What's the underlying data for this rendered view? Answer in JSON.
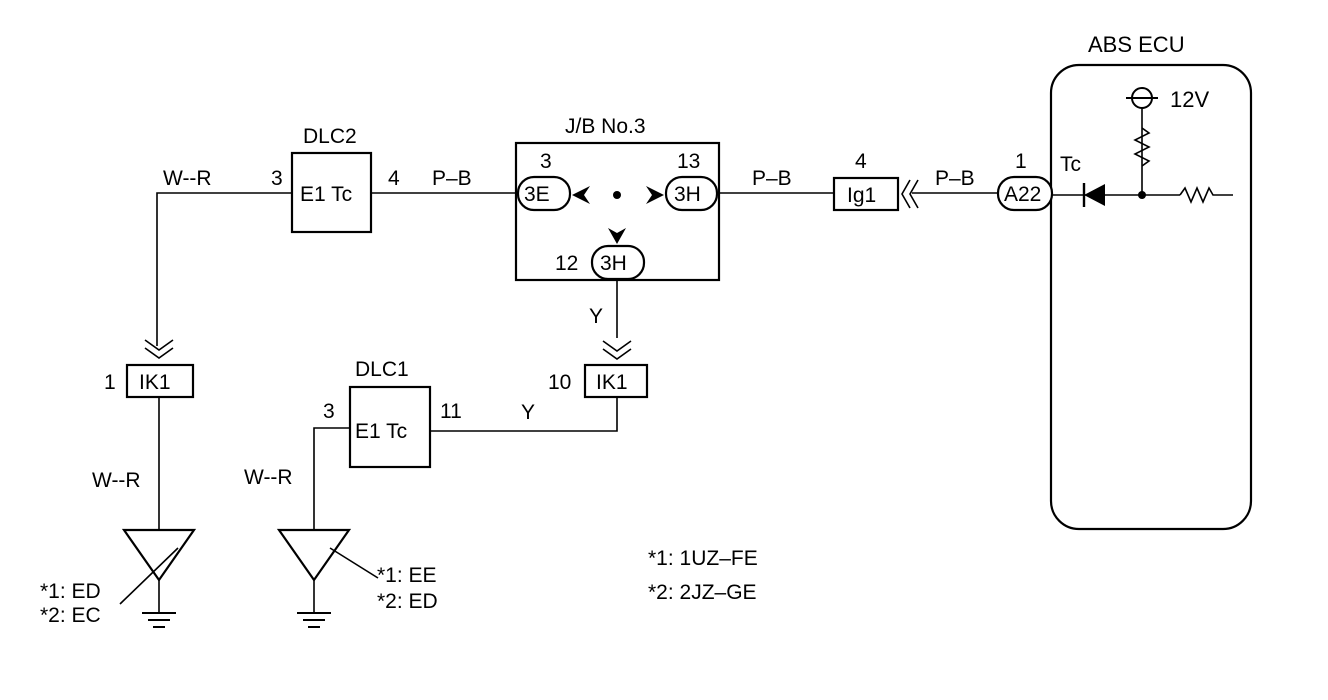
{
  "jb": {
    "title": "J/B No.3",
    "pin_3": "3",
    "pin_13": "13",
    "pin_12": "12",
    "conn_3e": "3E",
    "conn_3h_right": "3H",
    "conn_3h_bottom": "3H"
  },
  "dlc2": {
    "title": "DLC2",
    "label": "E1 Tc",
    "pin_left": "3",
    "pin_right": "4"
  },
  "dlc1": {
    "title": "DLC1",
    "label": "E1  Tc",
    "pin_left": "3",
    "pin_right": "11"
  },
  "ik1_left": {
    "label": "IK1",
    "pin": "1"
  },
  "ik1_right": {
    "label": "IK1",
    "pin": "10"
  },
  "ig1": {
    "label": "Ig1",
    "pin": "4"
  },
  "ecu": {
    "title": "ABS ECU",
    "conn": "A22",
    "pin": "1",
    "terminal": "Tc",
    "voltage": "12V"
  },
  "wires": {
    "wr_top": "W--R",
    "pb_dlc2": "P–B",
    "pb_jb": "P–B",
    "pb_ecu": "P–B",
    "y_vertical": "Y",
    "y_dlc1": "Y",
    "wr_left": "W--R",
    "wr_mid": "W--R"
  },
  "grounds": {
    "left": {
      "line1": "*1: ED",
      "line2": "*2: EC"
    },
    "mid": {
      "line1": "*1: EE",
      "line2": "*2: ED"
    }
  },
  "notes": {
    "line1": "*1: 1UZ–FE",
    "line2": "*2: 2JZ–GE"
  }
}
